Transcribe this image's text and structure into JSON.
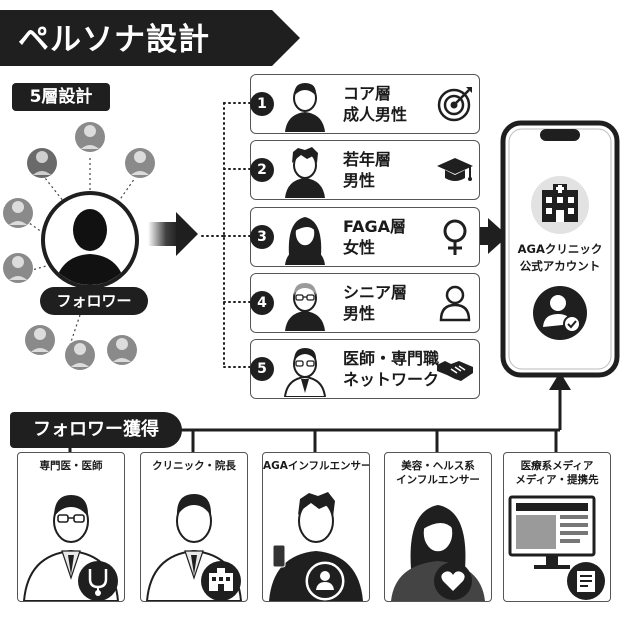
{
  "title": "ペルソナ設計",
  "layers_label": "5層設計",
  "follower_label": "フォロワー",
  "layers": [
    {
      "num": "1",
      "line1": "コア層",
      "line2": "成人男性",
      "icon": "target-icon"
    },
    {
      "num": "2",
      "line1": "若年層",
      "line2": "男性",
      "icon": "graduation-cap-icon"
    },
    {
      "num": "3",
      "line1": "FAGA層",
      "line2": "女性",
      "icon": "female-symbol-icon"
    },
    {
      "num": "4",
      "line1": "シニア層",
      "line2": "男性",
      "icon": "person-outline-icon"
    },
    {
      "num": "5",
      "line1": "医師・専門職",
      "line2": "ネットワーク",
      "icon": "handshake-icon"
    }
  ],
  "phone": {
    "line1": "AGAクリニック",
    "line2": "公式アカウント",
    "icon": "hospital-icon",
    "badge_icon": "verified-user-icon"
  },
  "acquisition_label": "フォロワー獲得",
  "acquisition": [
    {
      "line1": "専門医・医師",
      "line2": "",
      "icon": "stethoscope-icon"
    },
    {
      "line1": "クリニック・院長",
      "line2": "",
      "icon": "hospital-icon"
    },
    {
      "line1": "AGAインフルエンサー",
      "line2": "",
      "icon": "user-icon"
    },
    {
      "line1": "美容・ヘルス系",
      "line2": "インフルエンサー",
      "icon": "heart-icon"
    },
    {
      "line1": "医療系メディア",
      "line2": "メディア・提携先",
      "icon": "article-icon"
    }
  ],
  "colors": {
    "dark": "#1f1f1f",
    "border": "#555555",
    "gray_avatar": "#8a8a8a"
  }
}
